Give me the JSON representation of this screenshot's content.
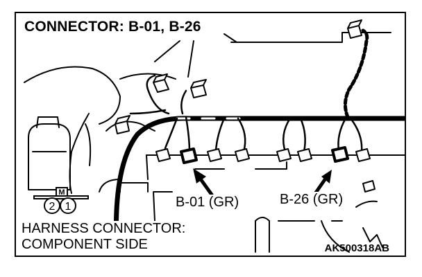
{
  "title": "CONNECTOR: B-01, B-26",
  "labels": {
    "b01": "B-01 (GR)",
    "b26": "B-26 (GR)"
  },
  "caption": {
    "line1": "HARNESS CONNECTOR:",
    "line2": "COMPONENT SIDE"
  },
  "code": "AK500318AB",
  "symbol": {
    "tag": "M",
    "pins": [
      "2",
      "1"
    ]
  }
}
